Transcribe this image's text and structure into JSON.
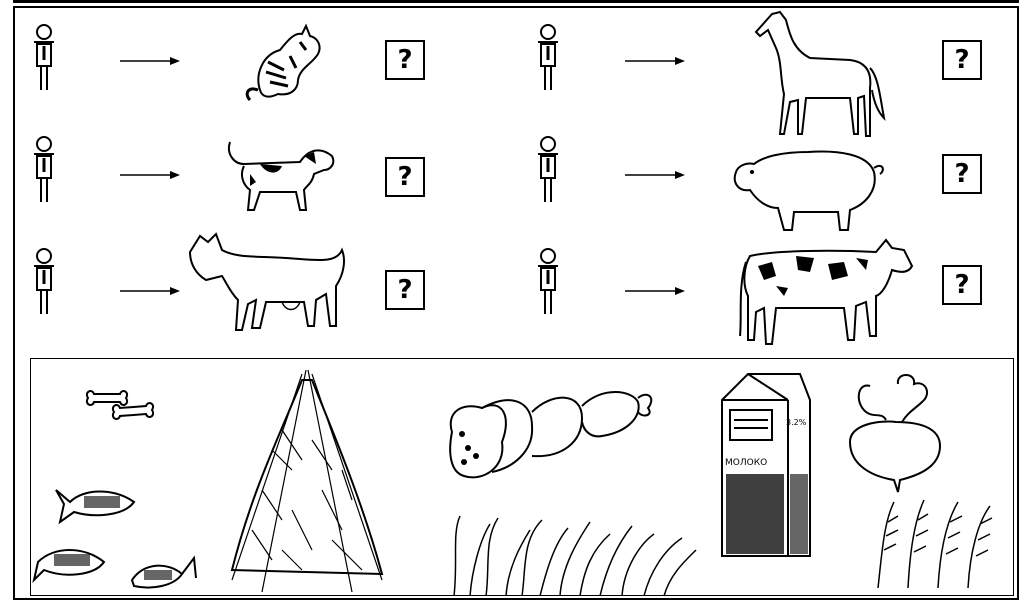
{
  "question_mark": "?",
  "rows": [
    {
      "left_animal": "cat",
      "right_animal": "horse"
    },
    {
      "left_animal": "dog",
      "right_animal": "pig"
    },
    {
      "left_animal": "goat",
      "right_animal": "cow"
    }
  ],
  "food_items": [
    "bones",
    "haystack",
    "sausage",
    "milk-carton",
    "turnip",
    "fish",
    "grass",
    "grain"
  ],
  "milk_label": "МОЛОКО",
  "milk_fat": "3.2%"
}
